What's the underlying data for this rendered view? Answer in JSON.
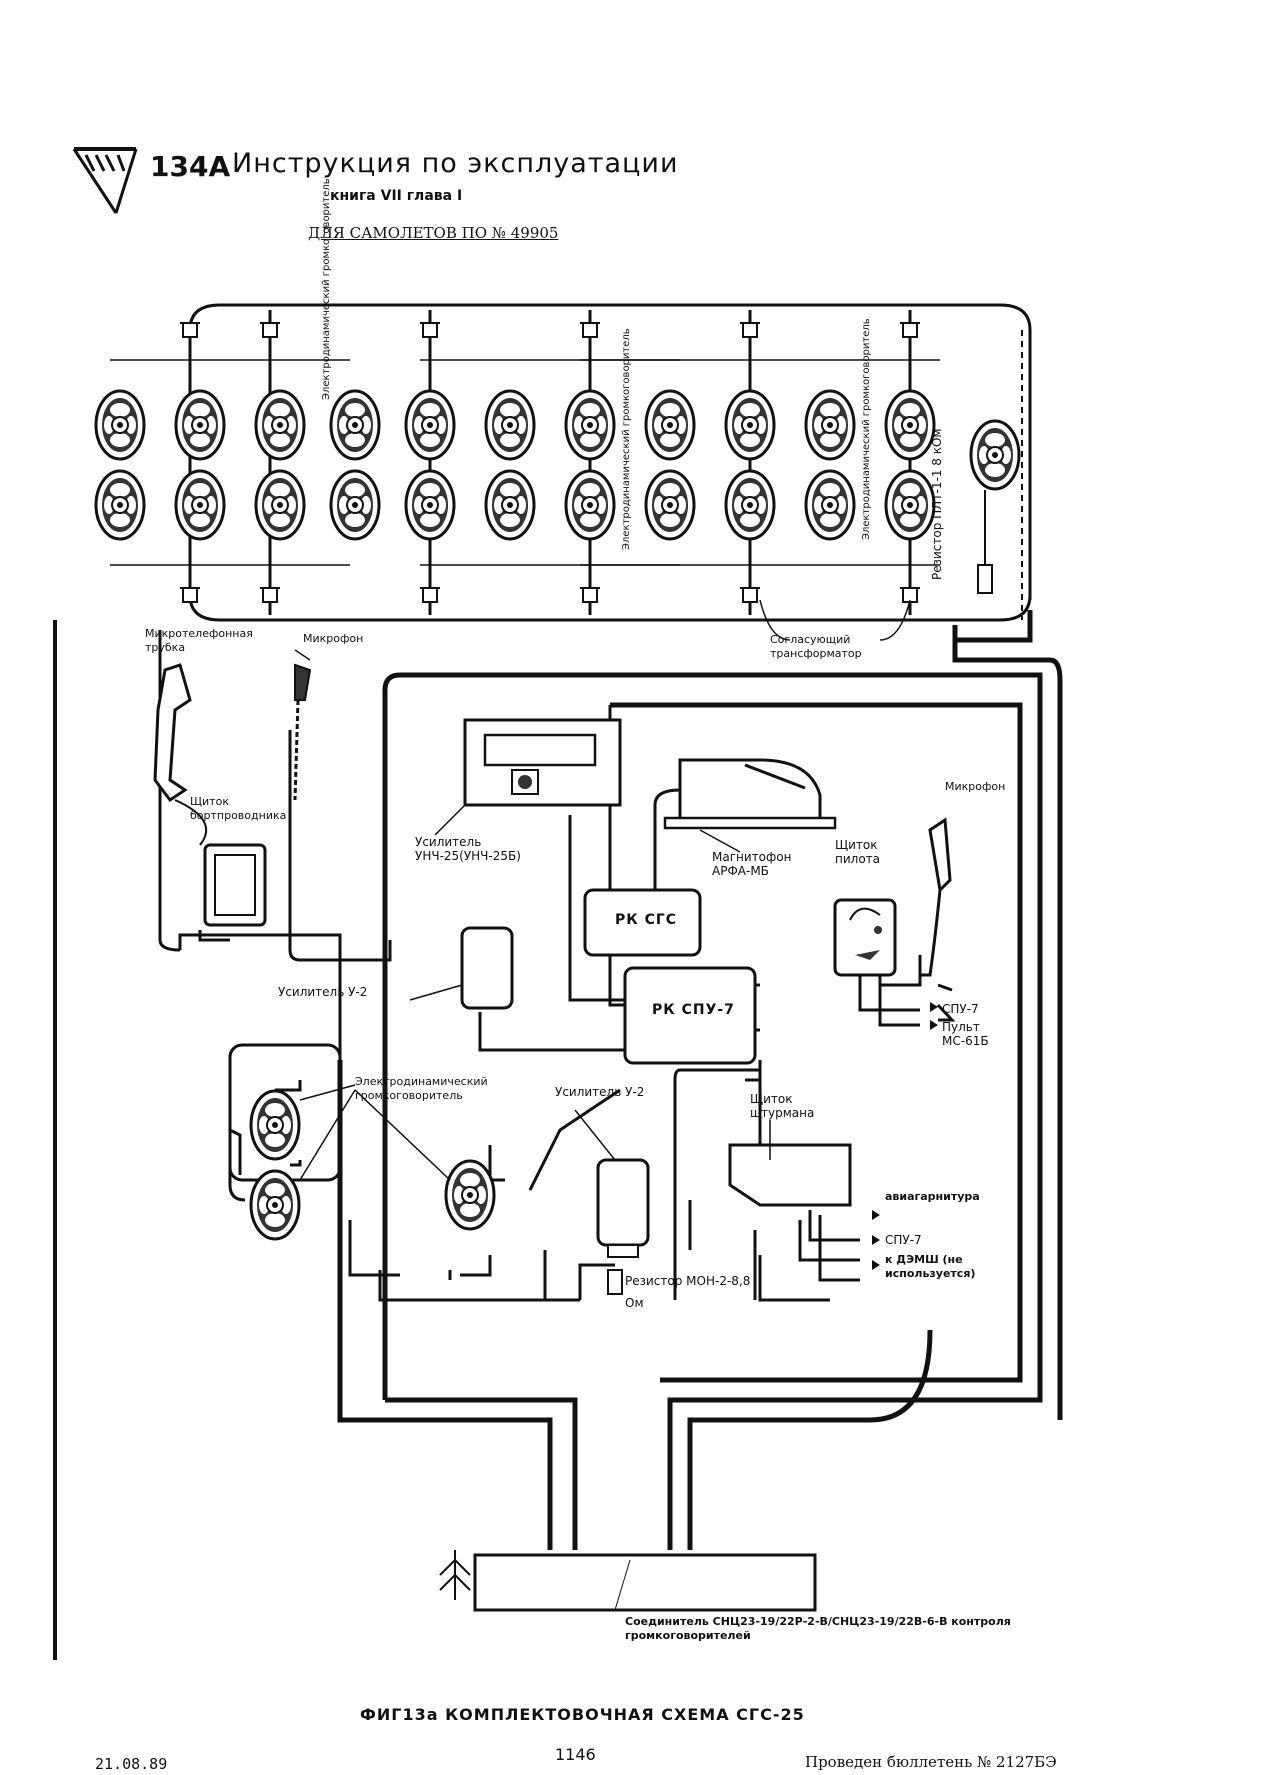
{
  "header": {
    "model": "134A",
    "title": "Инструкция по эксплуатации",
    "subtitle": "книга VII глава I",
    "applicability": "ДЛЯ САМОЛЕТОВ ПО № 49905"
  },
  "labels": {
    "speaker_row1": "Электродинамический громкоговоритель",
    "speaker_row2": "Электродинамический громкоговоритель",
    "speaker_row3": "Электродинамический громкоговоритель",
    "resistor_top": "Резистор ПЛТ-1-1 8 кОм",
    "matching_transformer": "Согласующий трансформатор",
    "handset": "Микротелефонная трубка",
    "mic_left": "Микрофон",
    "attendant_panel": "Щиток бортпроводника",
    "amp_unch": "Усилитель УНЧ-25(УНЧ-25Б)",
    "rk_sgs": "РК СГС",
    "tape_recorder": "Магнитофон АРФА-МБ",
    "mic_right": "Микрофон",
    "pilot_panel": "Щиток пилота",
    "amp_u2_left": "Усилитель У-2",
    "rk_spu": "РК СПУ-7",
    "spu7_right": "СПУ-7",
    "remote": "Пульт МС-61Б",
    "speaker_group": "Электродинамический громкоговоритель",
    "amp_u2_center": "Усилитель У-2",
    "navigator_panel": "Щиток штурмана",
    "aviaheadset": "авиагарнитура",
    "spu7_nav": "СПУ-7",
    "demsh": "к ДЭМШ (не используется)",
    "resistor_bottom": "Резистор МОН-2-8,8 Ом",
    "connector": "Соединитель СНЦ23-19/22Р-2-В/СНЦ23-19/22В-6-В контроля громкоговорителей"
  },
  "footer": {
    "figure_caption": "ФИГ13а КОМПЛЕКТОВОЧНАЯ СХЕМА СГС-25",
    "bulletin": "Проведен бюллетень № 2127БЭ",
    "date": "21.08.89",
    "page_number": "1146"
  },
  "icons": [
    "logo-icon",
    "speaker-icon",
    "handset-icon",
    "microphone-icon",
    "arrow-icon",
    "antenna-icon"
  ]
}
